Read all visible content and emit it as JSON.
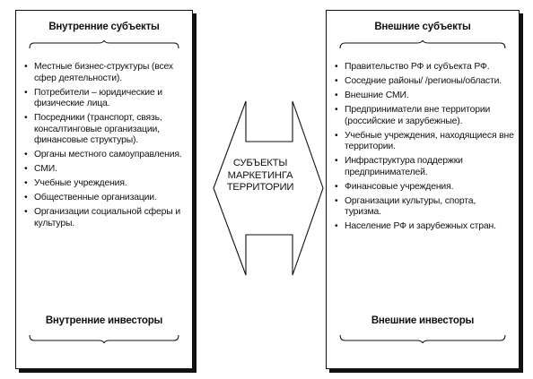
{
  "left": {
    "top_title": "Внутренние субъекты",
    "bottom_title": "Внутренние инвесторы",
    "items": [
      "Местные бизнес-структуры (всех сфер деятельности).",
      "Потребители – юридические и физические лица.",
      "Посредники (транспорт, связь, консалтинговые организации, финансовые структуры).",
      "Органы местного самоуправления.",
      "СМИ.",
      "Учебные учреждения.",
      "Общественные организации.",
      "Организации социальной сферы и культуры."
    ]
  },
  "right": {
    "top_title": "Внешние субъекты",
    "bottom_title": "Внешние инвесторы",
    "items": [
      "Правительство РФ и субъекта РФ.",
      "Соседние районы/ /регионы/области.",
      "Внешние СМИ.",
      "Предприниматели вне территории (российские и зарубежные).",
      "Учебные учреждения, находящиеся вне территории.",
      "Инфраструктура поддержки предпринимателей.",
      "Финансовые учреждения.",
      "Организации культуры, спорта, туризма.",
      "Население РФ и зарубежных стран."
    ]
  },
  "center": {
    "lines": [
      "СУБЪЕКТЫ",
      "МАРКЕТИНГА",
      "ТЕРРИТОРИИ"
    ]
  }
}
